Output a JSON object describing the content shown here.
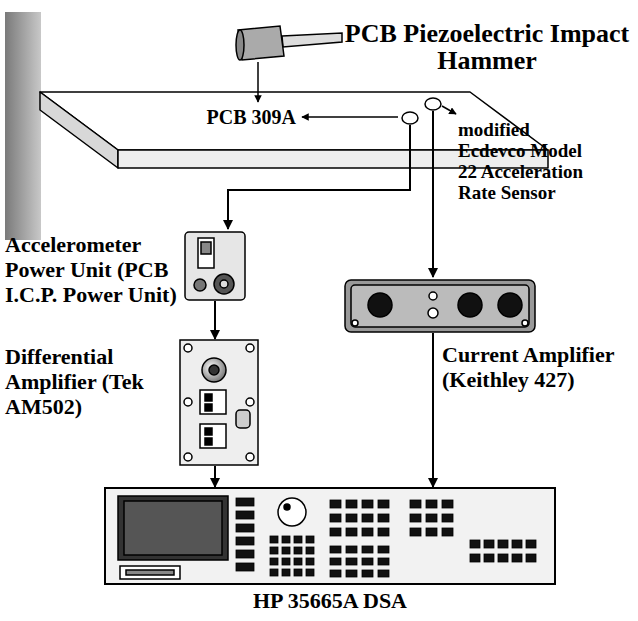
{
  "diagram": {
    "nodes": [
      {
        "text": [
          "Accelerometer Power Unit (PCB I.C.P. Power Unit)"
        ]
      },
      {
        "text": [
          "Current Amplifier (Keithley 427)"
        ]
      },
      {
        "text": [
          "Differential Amplifier (Tek AM502)"
        ]
      },
      {
        "text": [
          "HP 35665A DSA"
        ]
      }
    ],
    "edges": [
      {
        "from": 0,
        "to": 2,
        "arrow": "to"
      },
      {
        "from": 2,
        "to": 3,
        "arrow": "to"
      },
      {
        "from": 1,
        "to": 3,
        "arrow": "to"
      }
    ],
    "labels": [
      "PCB Piezoelectric Impact Hammer",
      "PCB 309A",
      "modified Ecdevco Model 22 Acceleration Rate Sensor"
    ]
  }
}
